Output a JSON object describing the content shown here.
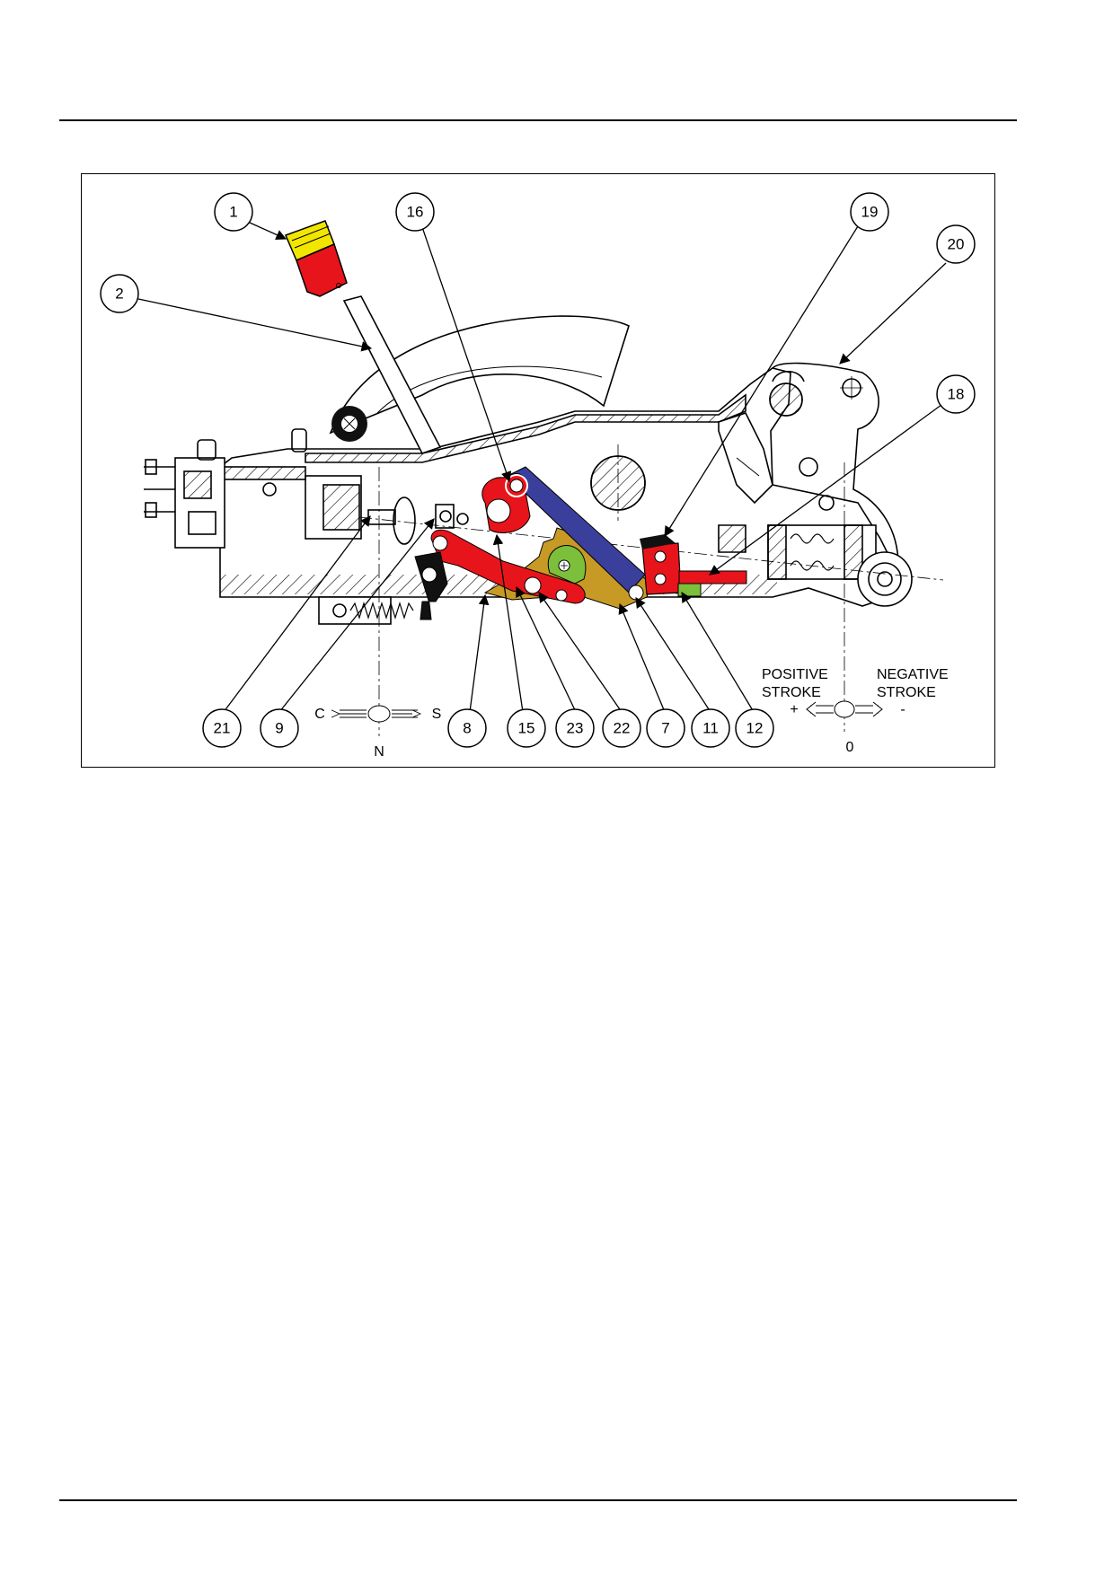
{
  "callouts": [
    {
      "id": "c1",
      "label": "1"
    },
    {
      "id": "c2",
      "label": "2"
    },
    {
      "id": "c16",
      "label": "16"
    },
    {
      "id": "c19",
      "label": "19"
    },
    {
      "id": "c20",
      "label": "20"
    },
    {
      "id": "c18",
      "label": "18"
    },
    {
      "id": "c21",
      "label": "21"
    },
    {
      "id": "c9",
      "label": "9"
    },
    {
      "id": "c8",
      "label": "8"
    },
    {
      "id": "c15",
      "label": "15"
    },
    {
      "id": "c23",
      "label": "23"
    },
    {
      "id": "c22",
      "label": "22"
    },
    {
      "id": "c7",
      "label": "7"
    },
    {
      "id": "c11",
      "label": "11"
    },
    {
      "id": "c12",
      "label": "12"
    }
  ],
  "direction_indicator": {
    "left": "C",
    "right": "S",
    "bottom": "N"
  },
  "stroke_indicator": {
    "positive_line1": "POSITIVE",
    "positive_line2": "STROKE",
    "negative_line1": "NEGATIVE",
    "negative_line2": "STROKE",
    "plus": "+",
    "minus": "-",
    "zero": "0"
  },
  "colors": {
    "yellow_knob": "#f2e600",
    "red_parts": "#e8141b",
    "blue_link": "#3a3f9c",
    "gold_parts": "#c69a24",
    "green_part": "#7bbf3a",
    "black_parts": "#111111"
  }
}
